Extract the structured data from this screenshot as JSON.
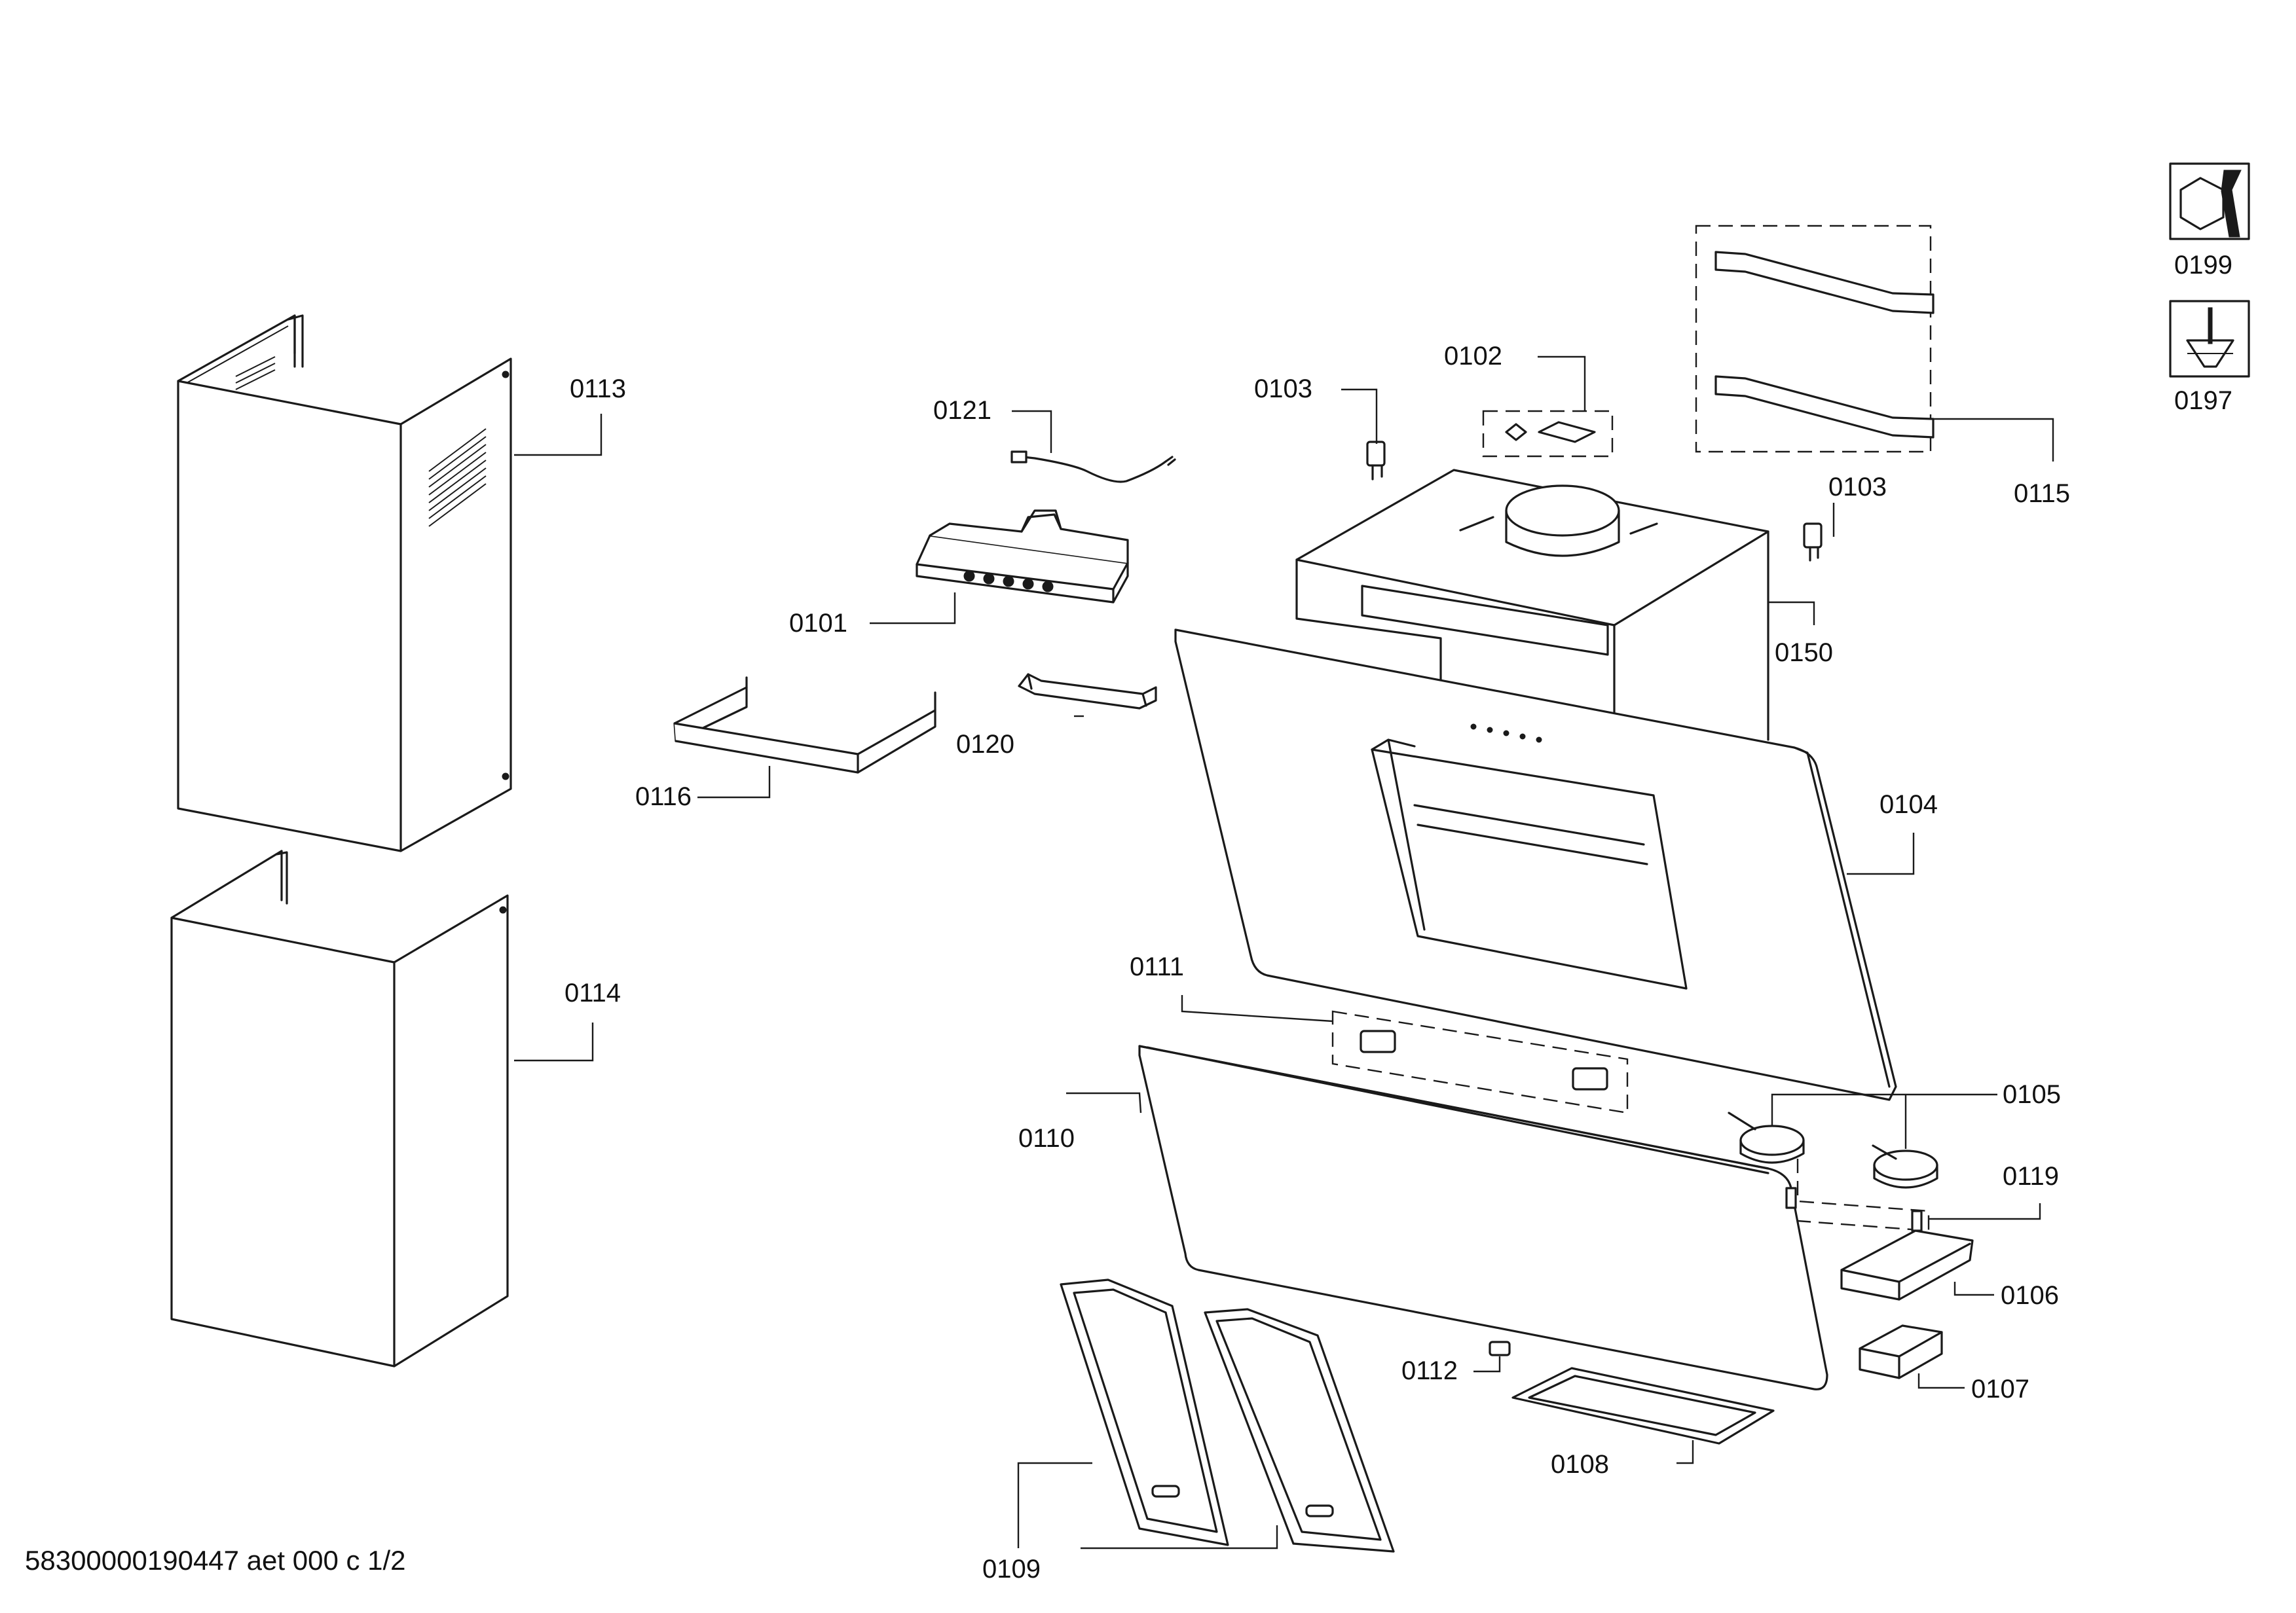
{
  "diagram": {
    "labels": {
      "p0101": "0101",
      "p0102": "0102",
      "p0103a": "0103",
      "p0103b": "0103",
      "p0104": "0104",
      "p0105": "0105",
      "p0106": "0106",
      "p0107": "0107",
      "p0108": "0108",
      "p0109": "0109",
      "p0110": "0110",
      "p0111": "0111",
      "p0112": "0112",
      "p0113": "0113",
      "p0114": "0114",
      "p0115": "0115",
      "p0116": "0116",
      "p0119": "0119",
      "p0120": "0120",
      "p0121": "0121",
      "p0150": "0150",
      "p0197": "0197",
      "p0199": "0199"
    },
    "footer": "58300000190447 aet 000 c 1/2"
  }
}
